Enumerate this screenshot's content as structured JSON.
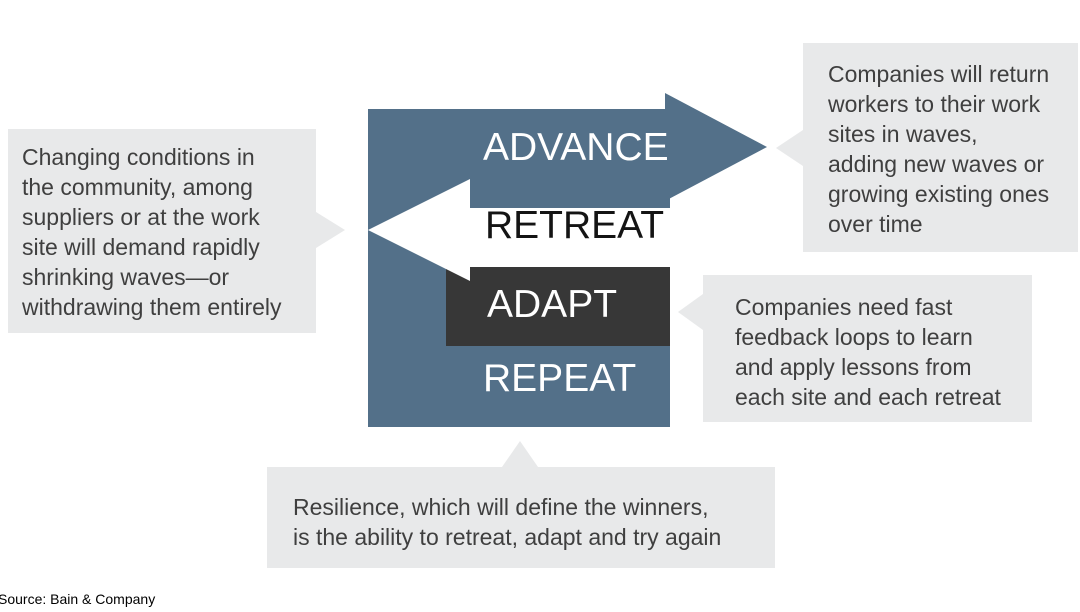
{
  "colors": {
    "slate": "#537089",
    "dark_box": "#373737",
    "callout_bg": "#e8e9ea",
    "callout_text": "#3f3f3f",
    "label_white": "#ffffff",
    "retreat_text": "#141414",
    "source_text": "#000000"
  },
  "diagram": {
    "advance_label": "ADVANCE",
    "retreat_label": "RETREAT",
    "adapt_label": "ADAPT",
    "repeat_label": "REPEAT"
  },
  "callouts": {
    "left": {
      "lines": [
        "Changing conditions in",
        "the community, among",
        "suppliers or at the work",
        "site will demand rapidly",
        "shrinking waves—or",
        "withdrawing them entirely"
      ]
    },
    "top_right": {
      "lines": [
        "Companies will return",
        "workers to their work",
        "sites in waves,",
        "adding new waves or",
        "growing existing ones",
        "over time"
      ]
    },
    "mid_right": {
      "lines": [
        "Companies need fast",
        "feedback loops to learn",
        "and apply lessons from",
        "each site and each retreat"
      ]
    },
    "bottom": {
      "lines": [
        "Resilience, which will define the winners,",
        "is the ability to retreat, adapt and try again"
      ]
    }
  },
  "source_note": "Source: Bain & Company"
}
